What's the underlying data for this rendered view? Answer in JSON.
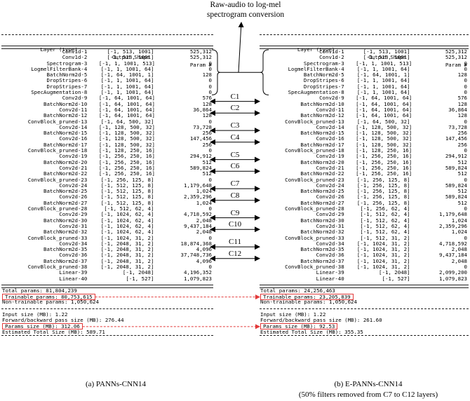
{
  "top_note": {
    "line1": "Raw-audio to log-mel",
    "line2": "spectrogram conversion"
  },
  "header": {
    "layer": "Layer (type)",
    "shape": "Output Shape",
    "param": "Param #"
  },
  "panel_a": {
    "caption": "(a) PANNs-CNN14",
    "rows": [
      [
        "Conv1d-1",
        "[-1, 513, 1001]",
        "525,312"
      ],
      [
        "Conv1d-2",
        "[-1, 513, 1001]",
        "525,312"
      ],
      [
        "Spectrogram-3",
        "[-1, 1, 1001, 513]",
        "0"
      ],
      [
        "LogmelFilterBank-4",
        "[-1, 1, 1001, 64]",
        "0"
      ],
      [
        "BatchNorm2d-5",
        "[-1, 64, 1001, 1]",
        "128"
      ],
      [
        "DropStripes-6",
        "[-1, 1, 1001, 64]",
        "0"
      ],
      [
        "DropStripes-7",
        "[-1, 1, 1001, 64]",
        "0"
      ],
      [
        "SpecAugmentation-8",
        "[-1, 1, 1001, 64]",
        "0"
      ],
      [
        "Conv2d-9",
        "[-1, 64, 1001, 64]",
        "576"
      ],
      [
        "BatchNorm2d-10",
        "[-1, 64, 1001, 64]",
        "128"
      ],
      [
        "Conv2d-11",
        "[-1, 64, 1001, 64]",
        "36,864"
      ],
      [
        "BatchNorm2d-12",
        "[-1, 64, 1001, 64]",
        "128"
      ],
      [
        "ConvBlock_pruned-13",
        "[-1, 64, 500, 32]",
        "0"
      ],
      [
        "Conv2d-14",
        "[-1, 128, 500, 32]",
        "73,728"
      ],
      [
        "BatchNorm2d-15",
        "[-1, 128, 500, 32]",
        "256"
      ],
      [
        "Conv2d-16",
        "[-1, 128, 500, 32]",
        "147,456"
      ],
      [
        "BatchNorm2d-17",
        "[-1, 128, 500, 32]",
        "256"
      ],
      [
        "ConvBlock_pruned-18",
        "[-1, 128, 250, 16]",
        "0"
      ],
      [
        "Conv2d-19",
        "[-1, 256, 250, 16]",
        "294,912"
      ],
      [
        "BatchNorm2d-20",
        "[-1, 256, 250, 16]",
        "512"
      ],
      [
        "Conv2d-21",
        "[-1, 256, 250, 16]",
        "589,824"
      ],
      [
        "BatchNorm2d-22",
        "[-1, 256, 250, 16]",
        "512"
      ],
      [
        "ConvBlock_pruned-23",
        "[-1, 256, 125, 8]",
        "0"
      ],
      [
        "Conv2d-24",
        "[-1, 512, 125, 8]",
        "1,179,648"
      ],
      [
        "BatchNorm2d-25",
        "[-1, 512, 125, 8]",
        "1,024"
      ],
      [
        "Conv2d-26",
        "[-1, 512, 125, 8]",
        "2,359,296"
      ],
      [
        "BatchNorm2d-27",
        "[-1, 512, 125, 8]",
        "1,024"
      ],
      [
        "ConvBlock_pruned-28",
        "[-1, 512, 62, 4]",
        "0"
      ],
      [
        "Conv2d-29",
        "[-1, 1024, 62, 4]",
        "4,718,592"
      ],
      [
        "BatchNorm2d-30",
        "[-1, 1024, 62, 4]",
        "2,048"
      ],
      [
        "Conv2d-31",
        "[-1, 1024, 62, 4]",
        "9,437,184"
      ],
      [
        "BatchNorm2d-32",
        "[-1, 1024, 62, 4]",
        "2,048"
      ],
      [
        "ConvBlock_pruned-33",
        "[-1, 1024, 31, 2]",
        "0"
      ],
      [
        "Conv2d-34",
        "[-1, 2048, 31, 2]",
        "18,874,368"
      ],
      [
        "BatchNorm2d-35",
        "[-1, 2048, 31, 2]",
        "4,096"
      ],
      [
        "Conv2d-36",
        "[-1, 2048, 31, 2]",
        "37,748,736"
      ],
      [
        "BatchNorm2d-37",
        "[-1, 2048, 31, 2]",
        "4,096"
      ],
      [
        "ConvBlock_pruned-38",
        "[-1, 2048, 31, 2]",
        "0"
      ],
      [
        "Linear-39",
        "[-1, 2048]",
        "4,196,352"
      ],
      [
        "Linear-40",
        "[-1, 527]",
        "1,079,823"
      ]
    ],
    "total": "Total params: 81,804,239",
    "trainable": "Trainable params: 80,753,615",
    "nontrainable": "Non-trainable params: 1,050,624",
    "input_size": "Input size (MB): 1.22",
    "fb_size": "Forward/backward pass size (MB): 276.44",
    "params_size": "Params size (MB): 312.06",
    "est_total": "Estimated Total Size (MB): 589.71"
  },
  "panel_b": {
    "caption_line1": "(b) E-PANNs-CNN14",
    "caption_line2": "(50% filters removed from C7 to C12 layers)",
    "rows": [
      [
        "Conv1d-1",
        "[-1, 513, 1001]",
        "525,312"
      ],
      [
        "Conv1d-2",
        "[-1, 513, 1001]",
        "525,312"
      ],
      [
        "Spectrogram-3",
        "[-1, 1, 1001, 513]",
        "0"
      ],
      [
        "LogmelFilterBank-4",
        "[-1, 1, 1001, 64]",
        "0"
      ],
      [
        "BatchNorm2d-5",
        "[-1, 64, 1001, 1]",
        "128"
      ],
      [
        "DropStripes-6",
        "[-1, 1, 1001, 64]",
        "0"
      ],
      [
        "DropStripes-7",
        "[-1, 1, 1001, 64]",
        "0"
      ],
      [
        "SpecAugmentation-8",
        "[-1, 1, 1001, 64]",
        "0"
      ],
      [
        "Conv2d-9",
        "[-1, 64, 1001, 64]",
        "576"
      ],
      [
        "BatchNorm2d-10",
        "[-1, 64, 1001, 64]",
        "128"
      ],
      [
        "Conv2d-11",
        "[-1, 64, 1001, 64]",
        "36,864"
      ],
      [
        "BatchNorm2d-12",
        "[-1, 64, 1001, 64]",
        "128"
      ],
      [
        "ConvBlock_pruned-13",
        "[-1, 64, 500, 32]",
        "0"
      ],
      [
        "Conv2d-14",
        "[-1, 128, 500, 32]",
        "73,728"
      ],
      [
        "BatchNorm2d-15",
        "[-1, 128, 500, 32]",
        "256"
      ],
      [
        "Conv2d-16",
        "[-1, 128, 500, 32]",
        "147,456"
      ],
      [
        "BatchNorm2d-17",
        "[-1, 128, 500, 32]",
        "256"
      ],
      [
        "ConvBlock_pruned-18",
        "[-1, 128, 250, 16]",
        "0"
      ],
      [
        "Conv2d-19",
        "[-1, 256, 250, 16]",
        "294,912"
      ],
      [
        "BatchNorm2d-20",
        "[-1, 256, 250, 16]",
        "512"
      ],
      [
        "Conv2d-21",
        "[-1, 256, 250, 16]",
        "589,824"
      ],
      [
        "BatchNorm2d-22",
        "[-1, 256, 250, 16]",
        "512"
      ],
      [
        "ConvBlock_pruned-23",
        "[-1, 256, 125, 8]",
        "0"
      ],
      [
        "Conv2d-24",
        "[-1, 256, 125, 8]",
        "589,824"
      ],
      [
        "BatchNorm2d-25",
        "[-1, 256, 125, 8]",
        "512"
      ],
      [
        "Conv2d-26",
        "[-1, 256, 125, 8]",
        "589,824"
      ],
      [
        "BatchNorm2d-27",
        "[-1, 256, 125, 8]",
        "512"
      ],
      [
        "ConvBlock_pruned-28",
        "[-1, 256, 62, 4]",
        "0"
      ],
      [
        "Conv2d-29",
        "[-1, 512, 62, 4]",
        "1,179,648"
      ],
      [
        "BatchNorm2d-30",
        "[-1, 512, 62, 4]",
        "1,024"
      ],
      [
        "Conv2d-31",
        "[-1, 512, 62, 4]",
        "2,359,296"
      ],
      [
        "BatchNorm2d-32",
        "[-1, 512, 62, 4]",
        "1,024"
      ],
      [
        "ConvBlock_pruned-33",
        "[-1, 512, 31, 2]",
        "0"
      ],
      [
        "Conv2d-34",
        "[-1, 1024, 31, 2]",
        "4,718,592"
      ],
      [
        "BatchNorm2d-35",
        "[-1, 1024, 31, 2]",
        "2,048"
      ],
      [
        "Conv2d-36",
        "[-1, 1024, 31, 2]",
        "9,437,184"
      ],
      [
        "BatchNorm2d-37",
        "[-1, 1024, 31, 2]",
        "2,048"
      ],
      [
        "ConvBlock_pruned-38",
        "[-1, 1024, 31, 2]",
        "0"
      ],
      [
        "Linear-39",
        "[-1, 2048]",
        "2,099,200"
      ],
      [
        "Linear-40",
        "[-1, 527]",
        "1,079,823"
      ]
    ],
    "total": "Total params: 24,256,463",
    "trainable": "Trainable params: 23,205,839",
    "nontrainable": "Non-trainable params: 1,050,624",
    "input_size": "Input size (MB): 1.22",
    "fb_size": "Forward/backward pass size (MB): 261.60",
    "params_size": "Params size (MB): 92.53",
    "est_total": "Estimated Total Size (MB): 355.35"
  },
  "layer_labels": [
    "C1",
    "C2",
    "C3",
    "C4",
    "C5",
    "C6",
    "C7",
    "C8",
    "C9",
    "C10",
    "C11",
    "C12"
  ],
  "accent_color": "#e23a3a"
}
